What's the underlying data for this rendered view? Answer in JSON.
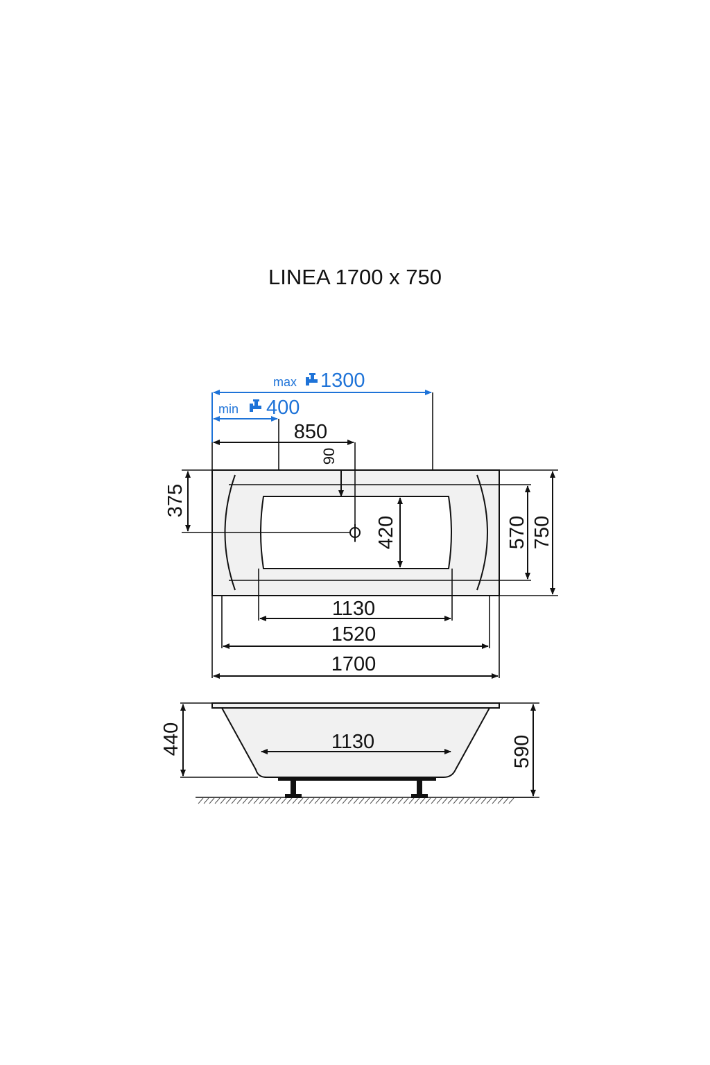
{
  "title": "LINEA 1700 x 750",
  "colors": {
    "line": "#111111",
    "accent": "#1e73d8",
    "tub_fill": "#f1f1f1",
    "tub_inner": "#ffffff"
  },
  "faucet": {
    "max_prefix": "max",
    "max_value": "1300",
    "min_prefix": "min",
    "min_value": "400",
    "icon": "faucet-icon"
  },
  "plan_dims": {
    "d850": "850",
    "d90": "90",
    "d375": "375",
    "d420": "420",
    "d570": "570",
    "d750": "750",
    "d1130": "1130",
    "d1520": "1520",
    "d1700": "1700"
  },
  "side_dims": {
    "d440": "440",
    "d1130": "1130",
    "d590": "590"
  }
}
